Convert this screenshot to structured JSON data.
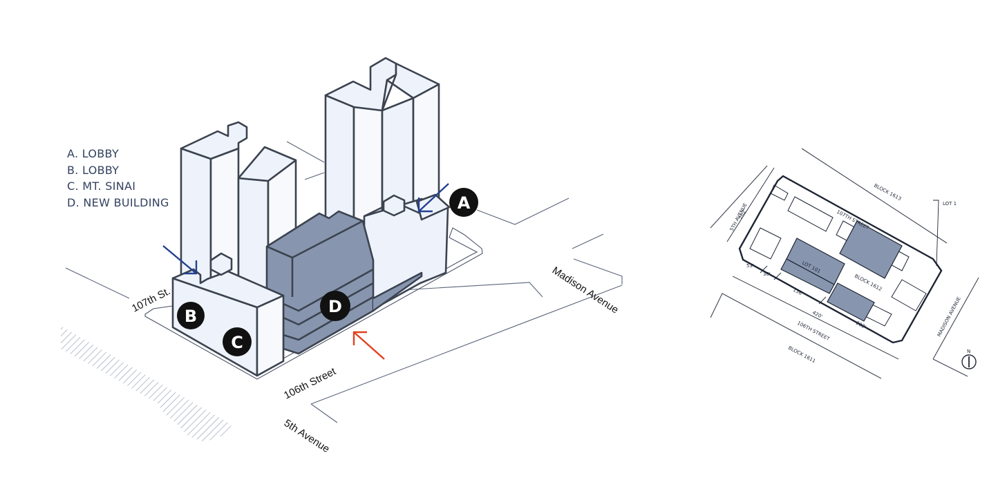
{
  "legend": {
    "items": [
      {
        "key": "A",
        "text": "A. LOBBY"
      },
      {
        "key": "B",
        "text": "B. LOBBY"
      },
      {
        "key": "C",
        "text": "C. MT. SINAI"
      },
      {
        "key": "D",
        "text": "D. NEW BUILDING"
      }
    ]
  },
  "axonometric": {
    "streets": {
      "s107": "107th St.",
      "s106": "106th Street",
      "madison": "Madison Avenue",
      "fifth": "5th Avenue"
    },
    "badges": {
      "a": "A",
      "b": "B",
      "c": "C",
      "d": "D"
    }
  },
  "site_plan": {
    "block_north": "BLOCK 1613",
    "block_center": "BLOCK 1612",
    "block_south": "BLOCK 1611",
    "lot_1": "LOT 1",
    "lot_101": "LOT 101",
    "street_north": "107TH STREET",
    "street_south": "106TH STREET",
    "avenue_west": "5TH AVENUE",
    "avenue_west_dim": "202'",
    "avenue_east": "MADISON AVENUE",
    "dims": {
      "d53": "53'",
      "d30": "30'",
      "d136": "136'",
      "d420": "420'",
      "d202": "202'"
    },
    "north_label": "N"
  },
  "colors": {
    "outline": "#3c4350",
    "tower_fill": "#eef3fb",
    "new_building_fill": "#8796ae",
    "arrow_blue": "#23408e",
    "arrow_red": "#e2401f",
    "badge_fill": "#111111"
  }
}
